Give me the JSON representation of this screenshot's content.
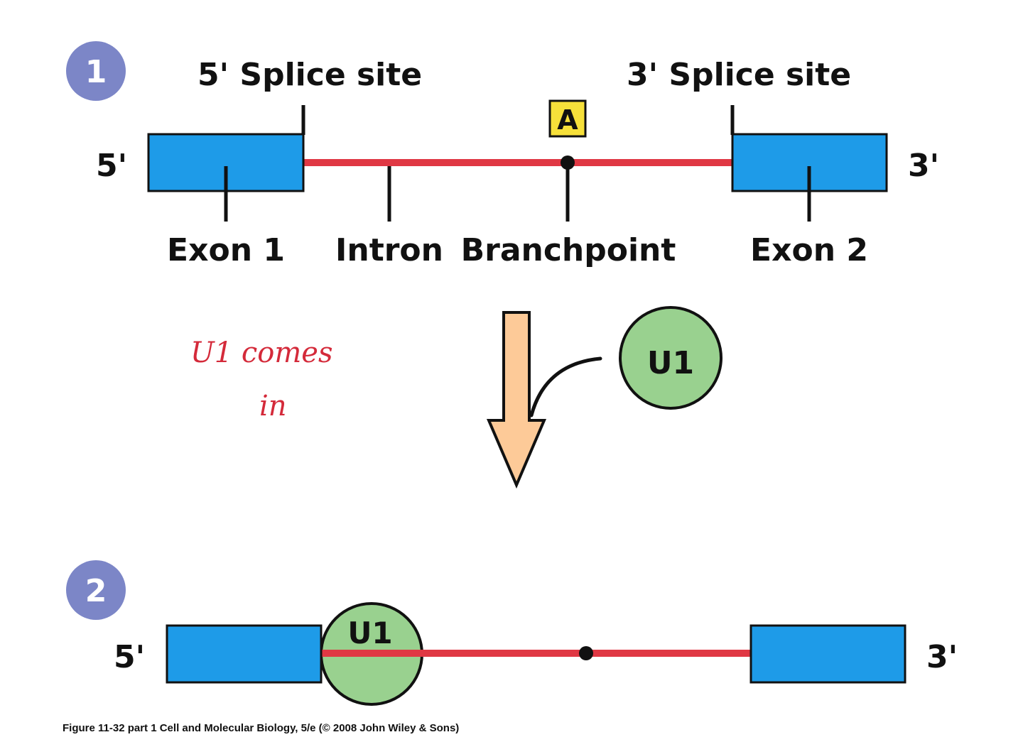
{
  "colors": {
    "exon": "#1e9be8",
    "intron": "#e03844",
    "u1_fill": "#99d18f",
    "arrow_fill": "#fdca98",
    "step_circle": "#7c86c7",
    "a_box": "#f6e03a",
    "handwriting": "#d42a3a"
  },
  "step1": {
    "number": "1",
    "five_splice_label": "5' Splice site",
    "three_splice_label": "3' Splice site",
    "five_end": "5'",
    "three_end": "3'",
    "branch_nucleotide": "A",
    "exon1_label": "Exon 1",
    "intron_label": "Intron",
    "branchpoint_label": "Branchpoint",
    "exon2_label": "Exon 2"
  },
  "transition": {
    "u1_label": "U1",
    "note_line1": "U1 comes",
    "note_line2": "in"
  },
  "step2": {
    "number": "2",
    "five_end": "5'",
    "three_end": "3'",
    "u1_label": "U1"
  },
  "caption": "Figure 11-32 part 1  Cell and Molecular Biology, 5/e (© 2008 John Wiley & Sons)"
}
